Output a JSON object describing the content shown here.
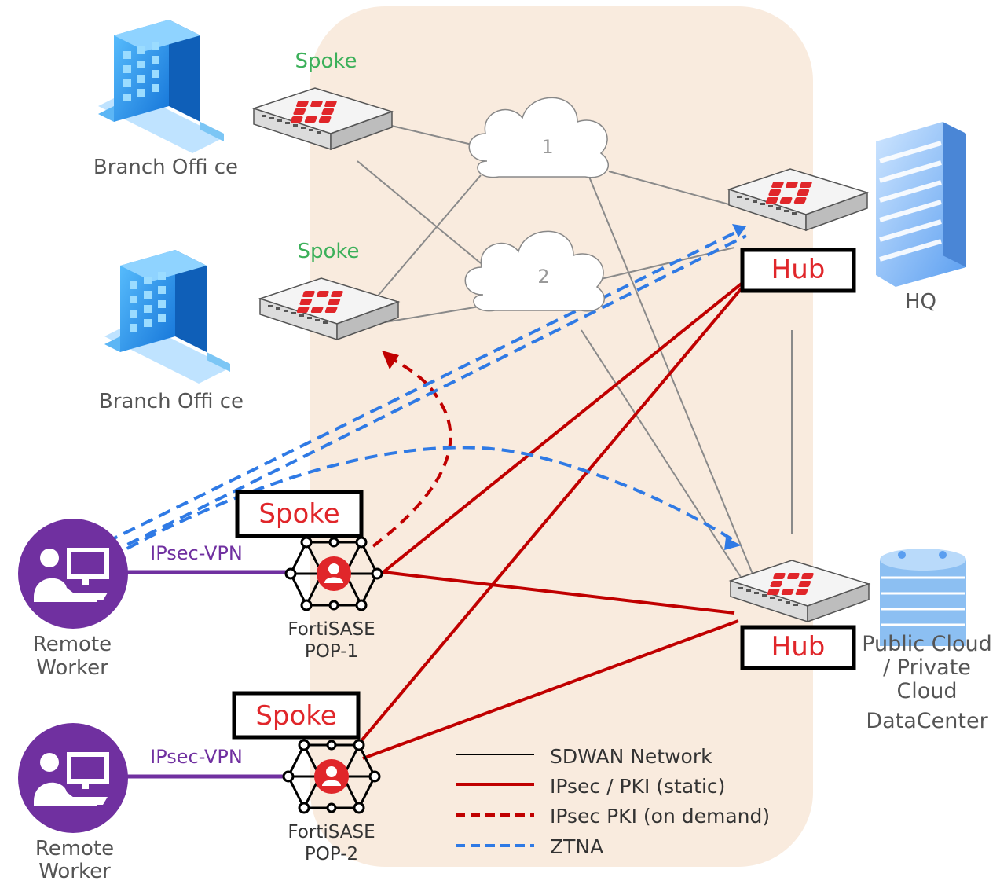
{
  "colors": {
    "zone": "#f9ebde",
    "sdwan": "#8a8a8a",
    "ipsec": "#c00000",
    "ztna": "#2f7ae5",
    "vpn": "#7030a0",
    "spoke_green": "#3cb05a",
    "brand_red": "#e0262a"
  },
  "icons": {
    "building": "building-icon",
    "firewall": "firewall-appliance-icon",
    "cloud": "cloud-icon",
    "pop": "hexagon-network-icon",
    "user": "remote-worker-icon",
    "datacenter": "datacenter-icon"
  },
  "nodes": {
    "branch1_label": "Branch Offi ce",
    "branch2_label": "Branch Offi ce",
    "spoke1_label": "Spoke",
    "spoke2_label": "Spoke",
    "cloud1_label": "1",
    "cloud2_label": "2",
    "hub1_label": "Hub",
    "hub2_label": "Hub",
    "hq_label": "HQ",
    "dc_label_line1": "Public Cloud",
    "dc_label_line2": "/ Private",
    "dc_label_line3": "Cloud",
    "dc_label_line4": "DataCenter",
    "pop1_spoke_label": "Spoke",
    "pop2_spoke_label": "Spoke",
    "pop1_label_line1": "FortiSASE",
    "pop1_label_line2": "POP-1",
    "pop2_label_line1": "FortiSASE",
    "pop2_label_line2": "POP-2",
    "worker1_label_line1": "Remote",
    "worker1_label_line2": "Worker",
    "worker2_label_line1": "Remote",
    "worker2_label_line2": "Worker",
    "vpn1_label": "IPsec-VPN",
    "vpn2_label": "IPsec-VPN"
  },
  "legend": {
    "sdwan": "SDWAN Network",
    "ipsec_static": "IPsec / PKI (static)",
    "ipsec_demand": "IPsec PKI (on demand)",
    "ztna": "ZTNA"
  }
}
